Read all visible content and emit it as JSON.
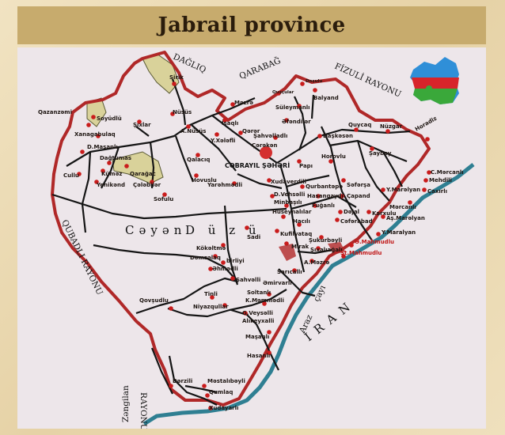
{
  "title": "Jabrail province",
  "regions": {
    "dagliq": "DAĞLIQ",
    "qarabag": "QARABAĞ",
    "fizuli": "FİZULİ RAYONU",
    "qubadli": "QUBADLI RAYONU",
    "zangilan_1": "Zəngilan",
    "zangilan_2": "RAYONU",
    "iran": "İ R A N",
    "araz": "Araz",
    "cayi": "çayı",
    "plain_1": "Cəyən",
    "plain_2": "D ü z ü",
    "capital": "CƏBRAYIL ŞƏHƏRİ"
  },
  "places": [
    "Sirik",
    "Məzrə",
    "Qazanzəmi",
    "Soyüdlü",
    "Xanagabulaq",
    "D.Maşanlı",
    "Dağtumas",
    "Küməz",
    "Qarağac",
    "Cullu",
    "Yenikənd",
    "Şıxlar",
    "Nüsüs",
    "A.Nüsüs",
    "İsaqlı",
    "Y.Xələfli",
    "Qərər",
    "Qalacıq",
    "Çələbilər",
    "Hovuslu",
    "Sofulu",
    "Doşulu",
    "Quşçular",
    "Balyand",
    "Süleymanlı",
    "Əfəndilər",
    "Şahvəlladlı",
    "Çərəkən",
    "Daşkəsən",
    "Quycaq",
    "Nüzgar",
    "Horadiz",
    "Papı",
    "Horovlu",
    "Şayboy",
    "C.Mərcanlı",
    "Mehdili",
    "Çaxırlı",
    "Mərcanlı",
    "Yarəhmədli",
    "Xudaverdili",
    "D.Vehsəlli",
    "Minbaşılı",
    "Qurbantəpə",
    "Hasanqaydı",
    "Fuğanlı",
    "Səfərşa",
    "Çapand",
    "Hüseynalılar",
    "Hacılı",
    "Dəjal",
    "Cəfərabad",
    "Karxulu",
    "Y.Marəlyan",
    "Aş.Marəlyan",
    "Y.Maralyan",
    "Sadi",
    "Kufilyataq",
    "Şukurbəyli",
    "Şıxalıağalı",
    "Mirak",
    "A.Məzrə",
    "Kökəltmə",
    "Dəmsəlaq",
    "birliyi",
    "Əhmədli",
    "Şahvəlli",
    "Sarıcallı",
    "Əmirvarlı",
    "Soltanlı",
    "K.Məmmədli",
    "Tinli",
    "Niyazqullar",
    "Qovşudlu",
    "G.Veysəlli",
    "Alıkeyxalli",
    "Maşanlı",
    "Hasanlı",
    "Dərzili",
    "Məstalıbəyli",
    "Qumlaq",
    "Xudayarlı"
  ],
  "places_red": [
    "Ə.Mahmudlu",
    "St.Mahmudlu"
  ],
  "colors": {
    "border": "#b02828",
    "river": "#2f7f92",
    "road": "#151515",
    "town": "#c91c1c",
    "title_bg": "#c7ab6d"
  },
  "inset": {
    "icon": "azerbaijan-flag-map-icon",
    "colors": [
      "#2f8fd8",
      "#d8242a",
      "#3aa83a"
    ]
  }
}
